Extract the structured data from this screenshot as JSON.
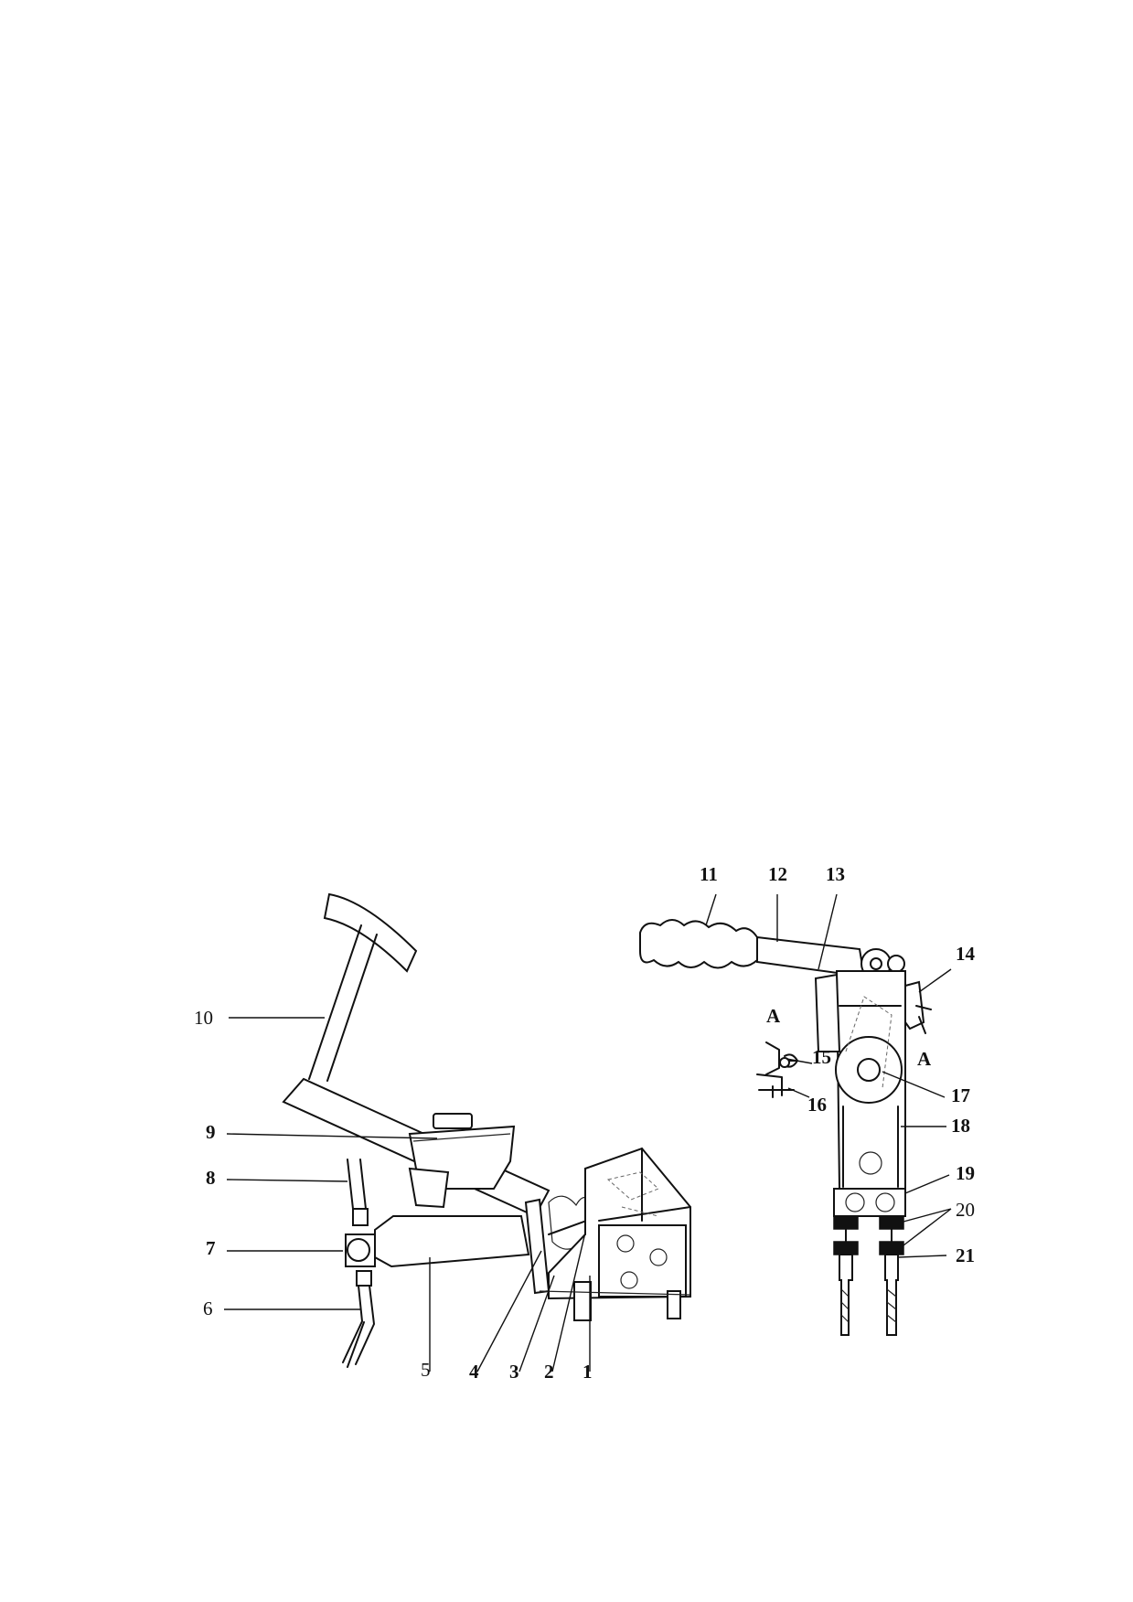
{
  "labels": {
    "l1": "1",
    "l2": "2",
    "l3": "3",
    "l4": "4",
    "l5": "5",
    "l6": "6",
    "l7": "7",
    "l8": "8",
    "l9": "9",
    "l10": "10",
    "l11": "11",
    "l12": "12",
    "l13": "13",
    "l14": "14",
    "l15": "15",
    "l16": "16",
    "l17": "17",
    "l18": "18",
    "l19": "19",
    "l20": "20",
    "l21": "21",
    "sectionA_left": "A",
    "sectionA_right": "A"
  }
}
